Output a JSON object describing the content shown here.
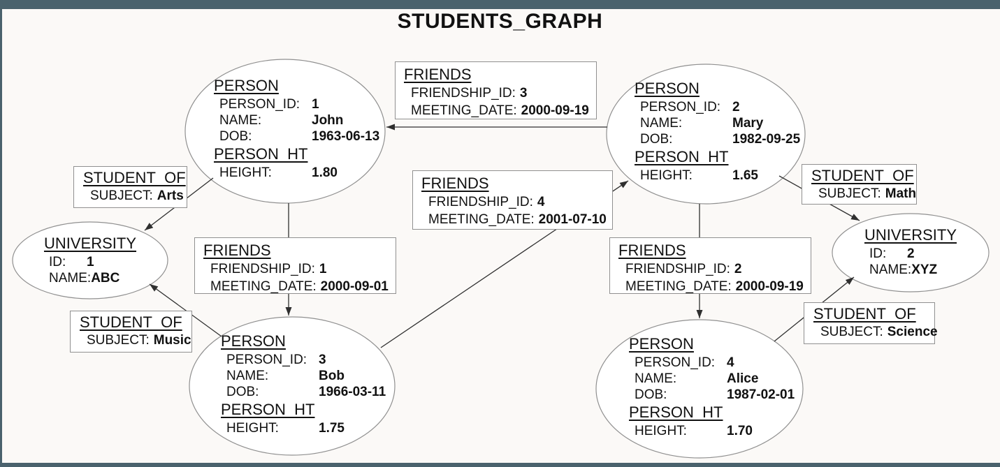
{
  "title": "STUDENTS_GRAPH",
  "colors": {
    "frame": "#4a626d",
    "background": "#fbf9f7",
    "node_border": "#909090",
    "edge": "#2f2f2f",
    "text": "#111111"
  },
  "person_nodes": [
    {
      "heading": "PERSON",
      "rows": [
        [
          "PERSON_ID:",
          "1"
        ],
        [
          "NAME:",
          "John"
        ],
        [
          "DOB:",
          "1963-06-13"
        ]
      ],
      "subheading": "PERSON_HT",
      "subrows": [
        [
          "HEIGHT:",
          "1.80"
        ]
      ]
    },
    {
      "heading": "PERSON",
      "rows": [
        [
          "PERSON_ID:",
          "2"
        ],
        [
          "NAME:",
          "Mary"
        ],
        [
          "DOB:",
          "1982-09-25"
        ]
      ],
      "subheading": "PERSON_HT",
      "subrows": [
        [
          "HEIGHT:",
          "1.65"
        ]
      ]
    },
    {
      "heading": "PERSON",
      "rows": [
        [
          "PERSON_ID:",
          "3"
        ],
        [
          "NAME:",
          "Bob"
        ],
        [
          "DOB:",
          "1966-03-11"
        ]
      ],
      "subheading": "PERSON_HT",
      "subrows": [
        [
          "HEIGHT:",
          "1.75"
        ]
      ]
    },
    {
      "heading": "PERSON",
      "rows": [
        [
          "PERSON_ID:",
          "4"
        ],
        [
          "NAME:",
          "Alice"
        ],
        [
          "DOB:",
          "1987-02-01"
        ]
      ],
      "subheading": "PERSON_HT",
      "subrows": [
        [
          "HEIGHT:",
          "1.70"
        ]
      ]
    }
  ],
  "university_nodes": [
    {
      "heading": "UNIVERSITY",
      "rows": [
        [
          "ID:",
          "1"
        ],
        [
          "NAME:",
          "ABC"
        ]
      ]
    },
    {
      "heading": "UNIVERSITY",
      "rows": [
        [
          "ID:",
          "2"
        ],
        [
          "NAME:",
          "XYZ"
        ]
      ]
    }
  ],
  "friends_boxes": [
    {
      "heading": "FRIENDS",
      "rows": [
        [
          "FRIENDSHIP_ID:",
          "3"
        ],
        [
          "MEETING_DATE:",
          "2000-09-19"
        ]
      ]
    },
    {
      "heading": "FRIENDS",
      "rows": [
        [
          "FRIENDSHIP_ID:",
          "4"
        ],
        [
          "MEETING_DATE:",
          "2001-07-10"
        ]
      ]
    },
    {
      "heading": "FRIENDS",
      "rows": [
        [
          "FRIENDSHIP_ID:",
          "1"
        ],
        [
          "MEETING_DATE:",
          "2000-09-01"
        ]
      ]
    },
    {
      "heading": "FRIENDS",
      "rows": [
        [
          "FRIENDSHIP_ID:",
          "2"
        ],
        [
          "MEETING_DATE:",
          "2000-09-19"
        ]
      ]
    }
  ],
  "student_of_boxes": [
    {
      "heading": "STUDENT_OF",
      "rows": [
        [
          "SUBJECT:",
          "Arts"
        ]
      ]
    },
    {
      "heading": "STUDENT_OF",
      "rows": [
        [
          "SUBJECT:",
          "Math"
        ]
      ]
    },
    {
      "heading": "STUDENT_OF",
      "rows": [
        [
          "SUBJECT:",
          "Music"
        ]
      ]
    },
    {
      "heading": "STUDENT_OF",
      "rows": [
        [
          "SUBJECT:",
          "Science"
        ]
      ]
    }
  ]
}
